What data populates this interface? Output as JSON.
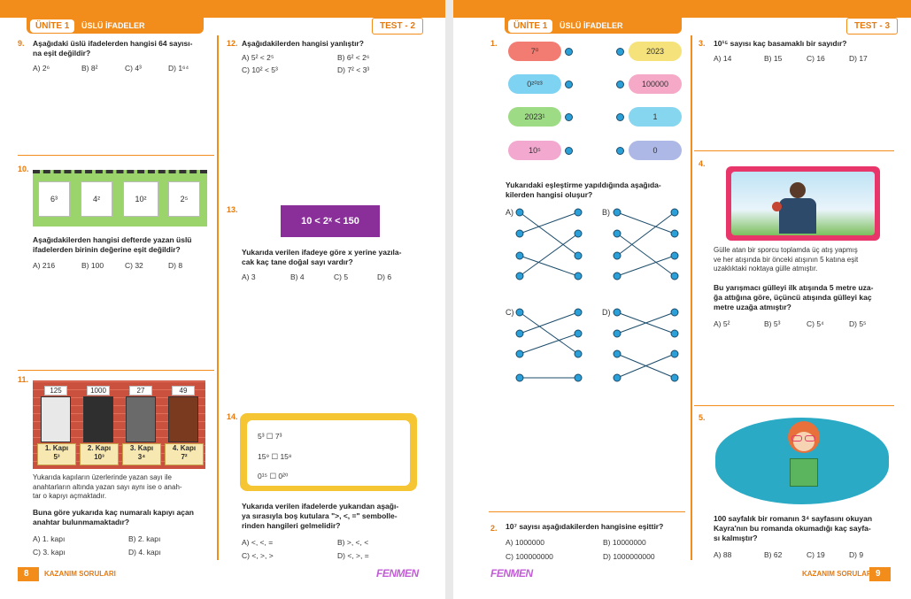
{
  "left": {
    "unit": "ÜNİTE 1",
    "unit_name": "ÜSLÜ İFADELER",
    "test": "TEST - 2",
    "footer_page": "8",
    "footer_label": "KAZANIM SORULARI",
    "logo": "FENMEN",
    "q9": {
      "num": "9.",
      "text": "Aşağıdaki üslü ifadelerden hangisi 64 sayısı-\nna eşit değildir?",
      "opts": [
        "A) 2⁶",
        "B) 8²",
        "C) 4³",
        "D) 1⁶⁴"
      ]
    },
    "q10": {
      "num": "10.",
      "cards": [
        "6³",
        "4²",
        "10²",
        "2⁵"
      ],
      "text": "Aşağıdakilerden hangisi defterde yazan üslü\nifadelerden birinin değerine eşit değildir?",
      "opts": [
        "A) 216",
        "B) 100",
        "C) 32",
        "D) 8"
      ]
    },
    "q11": {
      "num": "11.",
      "door_values": [
        "125",
        "1000",
        "27",
        "49"
      ],
      "door_labels": [
        "1. Kapı",
        "2. Kapı",
        "3. Kapı",
        "4. Kapı"
      ],
      "key_values": [
        "5³",
        "10³",
        "3⁴",
        "7²"
      ],
      "para": "Yukarıda kapıların üzerlerinde yazan sayı ile\nanahtarların altında yazan sayı aynı ise o anah-\ntar o kapıyı açmaktadır.",
      "text": "Buna göre yukarıda kaç numaralı kapıyı açan\nanahtar bulunmamaktadır?",
      "opts": [
        "A) 1. kapı",
        "B) 2. kapı",
        "C) 3. kapı",
        "D) 4. kapı"
      ]
    },
    "q12": {
      "num": "12.",
      "text": "Aşağıdakilerden hangisi yanlıştır?",
      "opts": [
        "A) 5² < 2⁵",
        "B) 6² < 2⁶",
        "C) 10² < 5³",
        "D) 7² < 3³"
      ]
    },
    "q13": {
      "num": "13.",
      "box": "10 < 2ˣ < 150",
      "text": "Yukarıda verilen ifadeye göre x yerine yazıla-\ncak kaç tane doğal sayı vardır?",
      "opts": [
        "A) 3",
        "B) 4",
        "C) 5",
        "D) 6"
      ]
    },
    "q14": {
      "num": "14.",
      "lines": [
        "5³ ☐ 7³",
        "15⁹ ☐ 15⁸",
        "0¹⁵ ☐ 0²⁰"
      ],
      "text": "Yukarıda verilen ifadelerde yukarıdan aşağı-\nya sırasıyla boş kutulara \">, <, =\" sembolle-\nrinden hangileri gelmelidir?",
      "opts": [
        "A) <, <, =",
        "B) >, <, <",
        "C) <, >, >",
        "D) <, >, ="
      ]
    }
  },
  "right": {
    "unit": "ÜNİTE 1",
    "unit_name": "ÜSLÜ İFADELER",
    "test": "TEST - 3",
    "footer_page": "9",
    "footer_label": "KAZANIM SORULARI",
    "logo": "FENMEN",
    "q1": {
      "num": "1.",
      "left_pills": [
        "7⁰",
        "0²⁰²³",
        "2023¹",
        "10⁵"
      ],
      "right_pills": [
        "2023",
        "100000",
        "1",
        "0"
      ],
      "text": "Yukarıdaki eşleştirme yapıldığında aşağıda-\nkilerden hangisi oluşur?",
      "opt_labels": [
        "A)",
        "B)",
        "C)",
        "D)"
      ]
    },
    "q2": {
      "num": "2.",
      "text": "10⁷ sayısı aşağıdakilerden hangisine eşittir?",
      "opts": [
        "A) 1000000",
        "B) 10000000",
        "C) 100000000",
        "D) 1000000000"
      ]
    },
    "q3": {
      "num": "3.",
      "text": "10¹⁵ sayısı kaç basamaklı bir sayıdır?",
      "opts": [
        "A) 14",
        "B) 15",
        "C) 16",
        "D) 17"
      ]
    },
    "q4": {
      "num": "4.",
      "para": "Gülle atan bir sporcu toplamda üç atış yapmış\nve her atışında bir önceki atışının 5 katına eşit\nuzaklıktaki noktaya gülle atmıştır.",
      "text": "Bu yarışmacı gülleyi ilk atışında 5 metre uza-\nğa attığına göre, üçüncü atışında gülleyi kaç\nmetre uzağa atmıştır?",
      "opts": [
        "A) 5²",
        "B) 5³",
        "C) 5⁴",
        "D) 5⁵"
      ]
    },
    "q5": {
      "num": "5.",
      "text": "100 sayfalık bir romanın 3⁴ sayfasını okuyan\nKayra'nın bu romanda okumadığı kaç sayfa-\nsı kalmıştır?",
      "opts": [
        "A) 88",
        "B) 62",
        "C) 19",
        "D) 9"
      ]
    }
  }
}
